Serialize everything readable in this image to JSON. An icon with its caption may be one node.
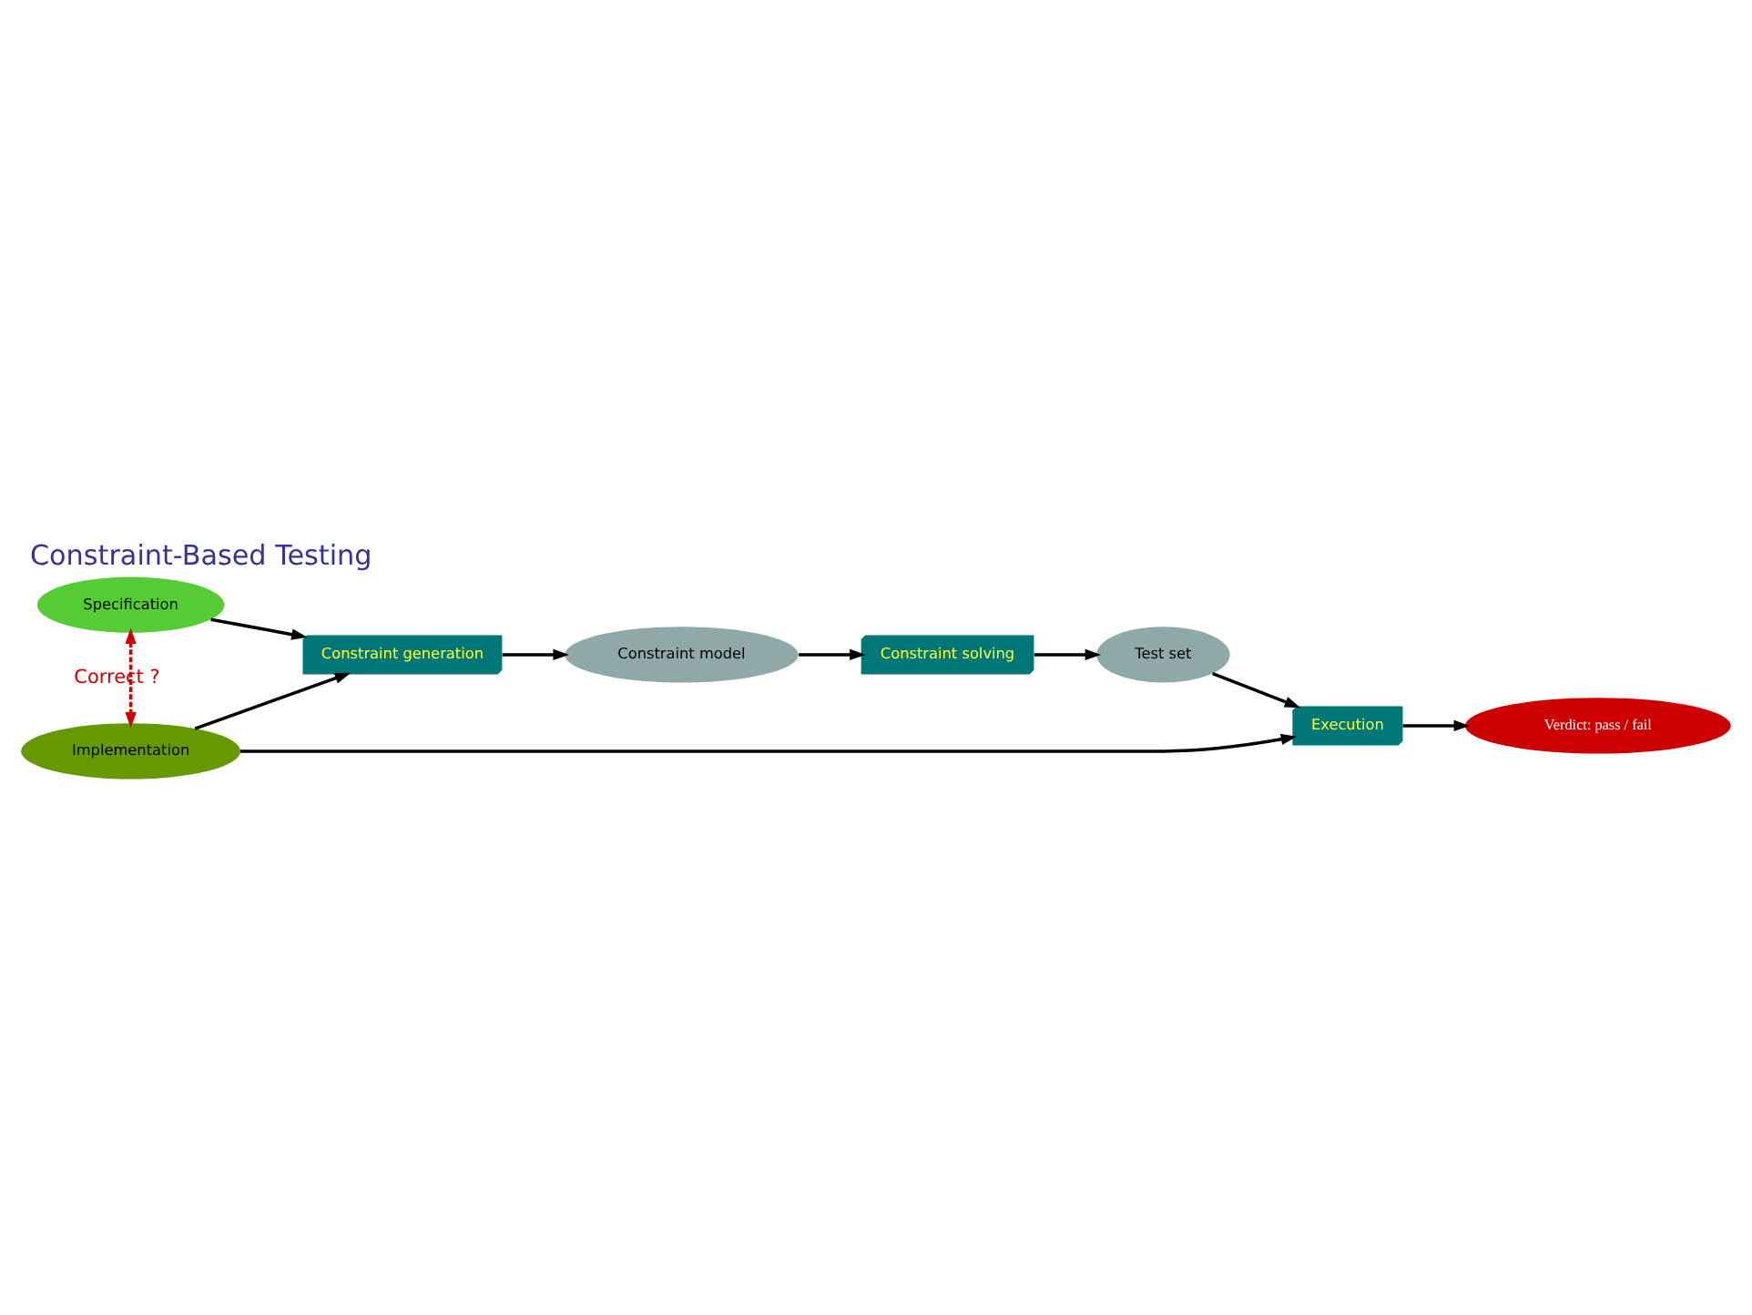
{
  "diagram": {
    "title": "Constraint-Based Testing",
    "nodes": [
      {
        "text": [
          "Specification"
        ]
      },
      {
        "text": [
          "Implementation"
        ]
      },
      {
        "text": [
          "Constraint generation"
        ]
      },
      {
        "text": [
          "Constraint model"
        ]
      },
      {
        "text": [
          "Constraint solving"
        ]
      },
      {
        "text": [
          "Test set"
        ]
      },
      {
        "text": [
          "Execution"
        ]
      },
      {
        "text": [
          "Verdict: pass / fail"
        ]
      }
    ],
    "edges": [
      {
        "from": 0,
        "to": 2,
        "arrow": "to"
      },
      {
        "from": 1,
        "to": 2,
        "arrow": "to"
      },
      {
        "from": 2,
        "to": 3,
        "arrow": "to"
      },
      {
        "from": 3,
        "to": 4,
        "arrow": "to"
      },
      {
        "from": 4,
        "to": 5,
        "arrow": "to"
      },
      {
        "from": 5,
        "to": 6,
        "arrow": "to"
      },
      {
        "from": 1,
        "to": 6,
        "arrow": "to"
      },
      {
        "from": 6,
        "to": 7,
        "arrow": "to"
      },
      {
        "from": 0,
        "to": 1,
        "arrow": "both",
        "label": "Correct ?",
        "style": "dashed",
        "color": "#cc0000"
      }
    ]
  }
}
